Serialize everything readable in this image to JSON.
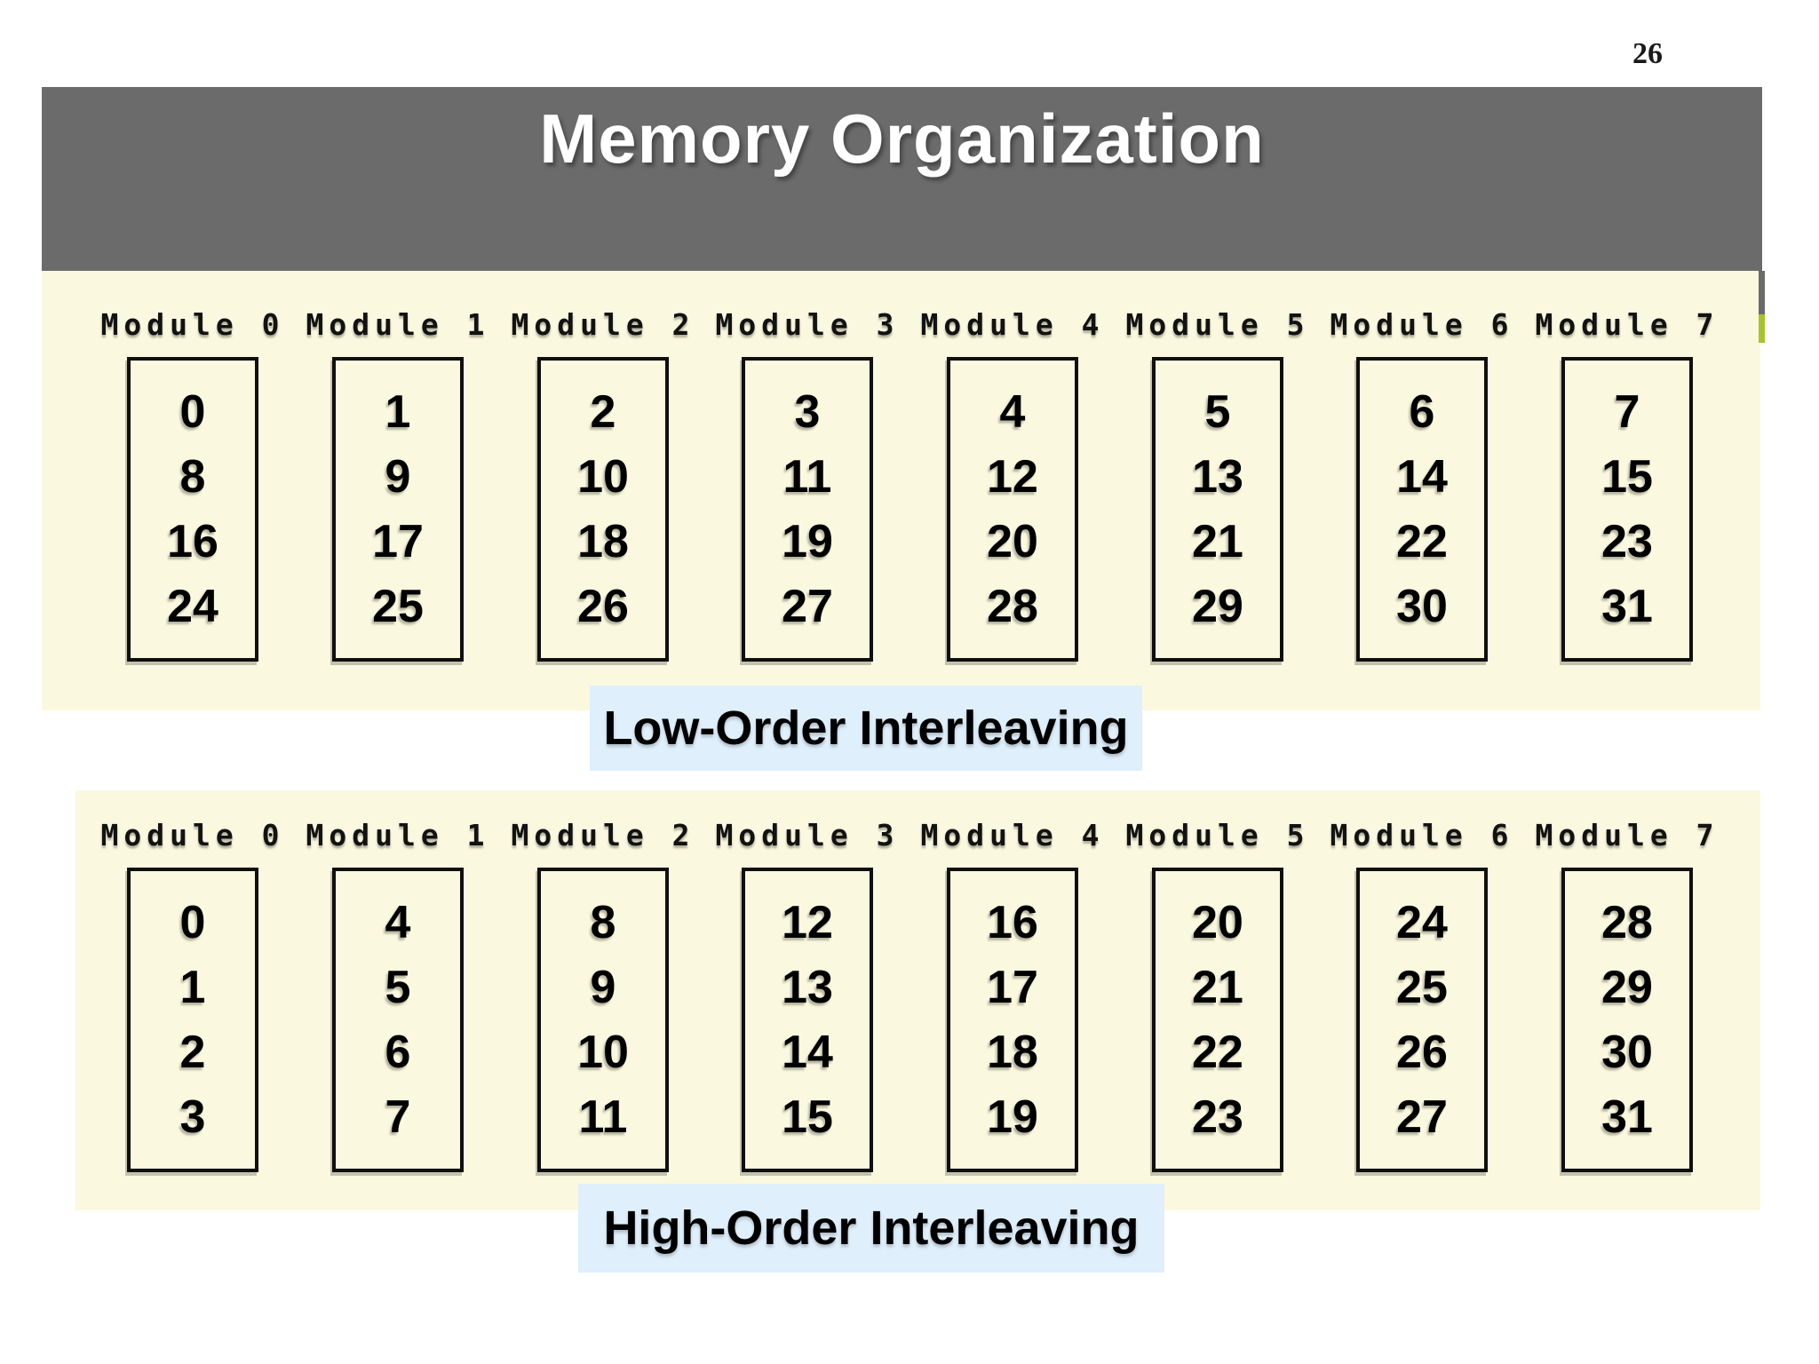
{
  "page_number": "26",
  "title_bar": {
    "title": "Memory Organization"
  },
  "colors": {
    "header_gray": "#6b6b6b",
    "panel_yellow": "#fbf8e0",
    "caption_blue": "#dfeffb",
    "accent_green": "#a5c52a",
    "box_border": "#0f0f0f"
  },
  "sections": [
    {
      "name": "low-order",
      "caption": "Low-Order Interleaving",
      "modules": [
        {
          "label": "Module 0",
          "values": [
            "0",
            "8",
            "16",
            "24"
          ]
        },
        {
          "label": "Module 1",
          "values": [
            "1",
            "9",
            "17",
            "25"
          ]
        },
        {
          "label": "Module 2",
          "values": [
            "2",
            "10",
            "18",
            "26"
          ]
        },
        {
          "label": "Module 3",
          "values": [
            "3",
            "11",
            "19",
            "27"
          ]
        },
        {
          "label": "Module 4",
          "values": [
            "4",
            "12",
            "20",
            "28"
          ]
        },
        {
          "label": "Module 5",
          "values": [
            "5",
            "13",
            "21",
            "29"
          ]
        },
        {
          "label": "Module 6",
          "values": [
            "6",
            "14",
            "22",
            "30"
          ]
        },
        {
          "label": "Module 7",
          "values": [
            "7",
            "15",
            "23",
            "31"
          ]
        }
      ]
    },
    {
      "name": "high-order",
      "caption": "High-Order Interleaving",
      "modules": [
        {
          "label": "Module 0",
          "values": [
            "0",
            "1",
            "2",
            "3"
          ]
        },
        {
          "label": "Module 1",
          "values": [
            "4",
            "5",
            "6",
            "7"
          ]
        },
        {
          "label": "Module 2",
          "values": [
            "8",
            "9",
            "10",
            "11"
          ]
        },
        {
          "label": "Module 3",
          "values": [
            "12",
            "13",
            "14",
            "15"
          ]
        },
        {
          "label": "Module 4",
          "values": [
            "16",
            "17",
            "18",
            "19"
          ]
        },
        {
          "label": "Module 5",
          "values": [
            "20",
            "21",
            "22",
            "23"
          ]
        },
        {
          "label": "Module 6",
          "values": [
            "24",
            "25",
            "26",
            "27"
          ]
        },
        {
          "label": "Module 7",
          "values": [
            "28",
            "29",
            "30",
            "31"
          ]
        }
      ]
    }
  ]
}
